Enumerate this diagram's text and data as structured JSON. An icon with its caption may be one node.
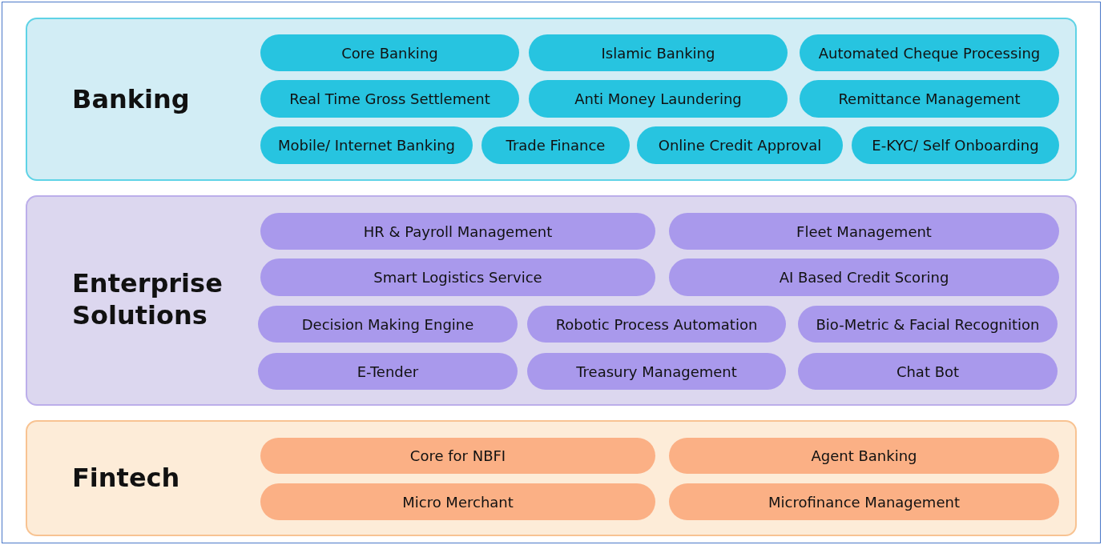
{
  "diagram": {
    "nodes": [
      {
        "text": [
          "Banking"
        ]
      },
      {
        "text": [
          "Core Banking"
        ],
        "in": 0
      },
      {
        "text": [
          "Islamic Banking"
        ],
        "in": 0
      },
      {
        "text": [
          "Automated Cheque Processing"
        ],
        "in": 0
      },
      {
        "text": [
          "Real Time Gross Settlement"
        ],
        "in": 0
      },
      {
        "text": [
          "Anti Money Laundering"
        ],
        "in": 0
      },
      {
        "text": [
          "Remittance Management"
        ],
        "in": 0
      },
      {
        "text": [
          "Mobile/ Internet Banking"
        ],
        "in": 0
      },
      {
        "text": [
          "Trade Finance"
        ],
        "in": 0
      },
      {
        "text": [
          "Online Credit Approval"
        ],
        "in": 0
      },
      {
        "text": [
          "E-KYC/ Self Onboarding"
        ],
        "in": 0
      },
      {
        "text": [
          "Enterprise Solutions"
        ]
      },
      {
        "text": [
          "HR & Payroll Management"
        ],
        "in": 11
      },
      {
        "text": [
          "Fleet Management"
        ],
        "in": 11
      },
      {
        "text": [
          "Smart Logistics Service"
        ],
        "in": 11
      },
      {
        "text": [
          "AI Based Credit Scoring"
        ],
        "in": 11
      },
      {
        "text": [
          "Decision Making Engine"
        ],
        "in": 11
      },
      {
        "text": [
          "Robotic Process Automation"
        ],
        "in": 11
      },
      {
        "text": [
          "Bio-Metric & Facial Recognition"
        ],
        "in": 11
      },
      {
        "text": [
          "E-Tender"
        ],
        "in": 11
      },
      {
        "text": [
          "Treasury Management"
        ],
        "in": 11
      },
      {
        "text": [
          "Chat Bot"
        ],
        "in": 11
      },
      {
        "text": [
          "Fintech"
        ]
      },
      {
        "text": [
          "Core for NBFI"
        ],
        "in": 22
      },
      {
        "text": [
          "Agent Banking"
        ],
        "in": 22
      },
      {
        "text": [
          "Micro Merchant"
        ],
        "in": 22
      },
      {
        "text": [
          "Microfinance Management"
        ],
        "in": 22
      }
    ]
  }
}
